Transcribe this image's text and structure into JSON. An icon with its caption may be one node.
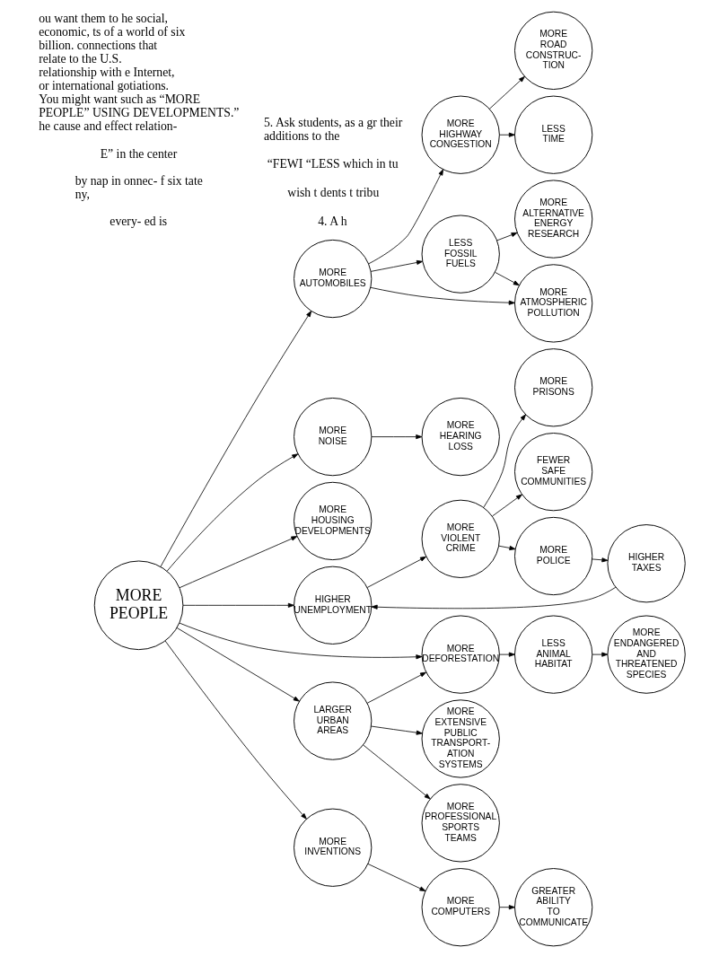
{
  "diagram": {
    "nodes": [
      {
        "text": [
          "MORE PEOPLE"
        ]
      },
      {
        "text": [
          "MORE AUTOMOBILES"
        ]
      },
      {
        "text": [
          "MORE HIGHWAY CONGESTION"
        ]
      },
      {
        "text": [
          "MORE ROAD CONSTRUC- TION"
        ]
      },
      {
        "text": [
          "LESS TIME"
        ]
      },
      {
        "text": [
          "LESS FOSSIL FUELS"
        ]
      },
      {
        "text": [
          "MORE ALTERNATIVE ENERGY RESEARCH"
        ]
      },
      {
        "text": [
          "MORE ATMOSPHERIC POLLUTION"
        ]
      },
      {
        "text": [
          "MORE NOISE"
        ]
      },
      {
        "text": [
          "MORE HEARING LOSS"
        ]
      },
      {
        "text": [
          "MORE HOUSING DEVELOPMENTS"
        ]
      },
      {
        "text": [
          "HIGHER UNEMPLOYMENT"
        ]
      },
      {
        "text": [
          "MORE VIOLENT CRIME"
        ]
      },
      {
        "text": [
          "MORE PRISONS"
        ]
      },
      {
        "text": [
          "FEWER SAFE COMMUNITIES"
        ]
      },
      {
        "text": [
          "MORE POLICE"
        ]
      },
      {
        "text": [
          "HIGHER TAXES"
        ]
      },
      {
        "text": [
          "MORE DEFORESTATION"
        ]
      },
      {
        "text": [
          "LESS ANIMAL HABITAT"
        ]
      },
      {
        "text": [
          "MORE ENDANGERED AND THREATENED SPECIES"
        ]
      },
      {
        "text": [
          "LARGER URBAN AREAS"
        ]
      },
      {
        "text": [
          "MORE EXTENSIVE PUBLIC TRANSPORT- ATION SYSTEMS"
        ]
      },
      {
        "text": [
          "MORE PROFESSIONAL SPORTS TEAMS"
        ]
      },
      {
        "text": [
          "MORE INVENTIONS"
        ]
      },
      {
        "text": [
          "MORE COMPUTERS"
        ]
      },
      {
        "text": [
          "GREATER ABILITY TO COMMUNICATE"
        ]
      }
    ],
    "edges": [
      {
        "from": 0,
        "to": 1,
        "arrow": "to"
      },
      {
        "from": 1,
        "to": 2,
        "arrow": "to"
      },
      {
        "from": 2,
        "to": 3,
        "arrow": "to"
      },
      {
        "from": 2,
        "to": 4,
        "arrow": "to"
      },
      {
        "from": 1,
        "to": 5,
        "arrow": "to"
      },
      {
        "from": 5,
        "to": 6,
        "arrow": "to"
      },
      {
        "from": 5,
        "to": 7,
        "arrow": "to"
      },
      {
        "from": 1,
        "to": 7,
        "arrow": "to"
      },
      {
        "from": 0,
        "to": 8,
        "arrow": "to"
      },
      {
        "from": 8,
        "to": 9,
        "arrow": "to"
      },
      {
        "from": 0,
        "to": 10,
        "arrow": "to"
      },
      {
        "from": 0,
        "to": 11,
        "arrow": "to"
      },
      {
        "from": 11,
        "to": 12,
        "arrow": "to"
      },
      {
        "from": 12,
        "to": 13,
        "arrow": "to"
      },
      {
        "from": 12,
        "to": 14,
        "arrow": "to"
      },
      {
        "from": 12,
        "to": 15,
        "arrow": "to"
      },
      {
        "from": 15,
        "to": 16,
        "arrow": "to"
      },
      {
        "from": 16,
        "to": 11,
        "arrow": "to"
      },
      {
        "from": 0,
        "to": 17,
        "arrow": "to"
      },
      {
        "from": 17,
        "to": 18,
        "arrow": "to"
      },
      {
        "from": 18,
        "to": 19,
        "arrow": "to"
      },
      {
        "from": 0,
        "to": 20,
        "arrow": "to"
      },
      {
        "from": 20,
        "to": 17,
        "arrow": "to"
      },
      {
        "from": 20,
        "to": 21,
        "arrow": "to"
      },
      {
        "from": 20,
        "to": 22,
        "arrow": "to"
      },
      {
        "from": 0,
        "to": 23,
        "arrow": "to"
      },
      {
        "from": 23,
        "to": 24,
        "arrow": "to"
      },
      {
        "from": 24,
        "to": 25,
        "arrow": "to"
      }
    ],
    "labels": [
      "every- ed is",
      "by nap in onnec- f six tate ny,",
      "E” in the center",
      "ou want them to he social, economic, ts of a world of six billion. connections that relate to the U.S. relationship with e Internet, or international gotiations. You might want such as “MORE PEOPLE” USING DEVELOPMENTS.” he cause and effect relation-",
      "4. A h",
      "wish t dents t tribu",
      "“FEWI “LESS which in tu",
      "5. Ask students, as a gr their additions to the"
    ]
  }
}
